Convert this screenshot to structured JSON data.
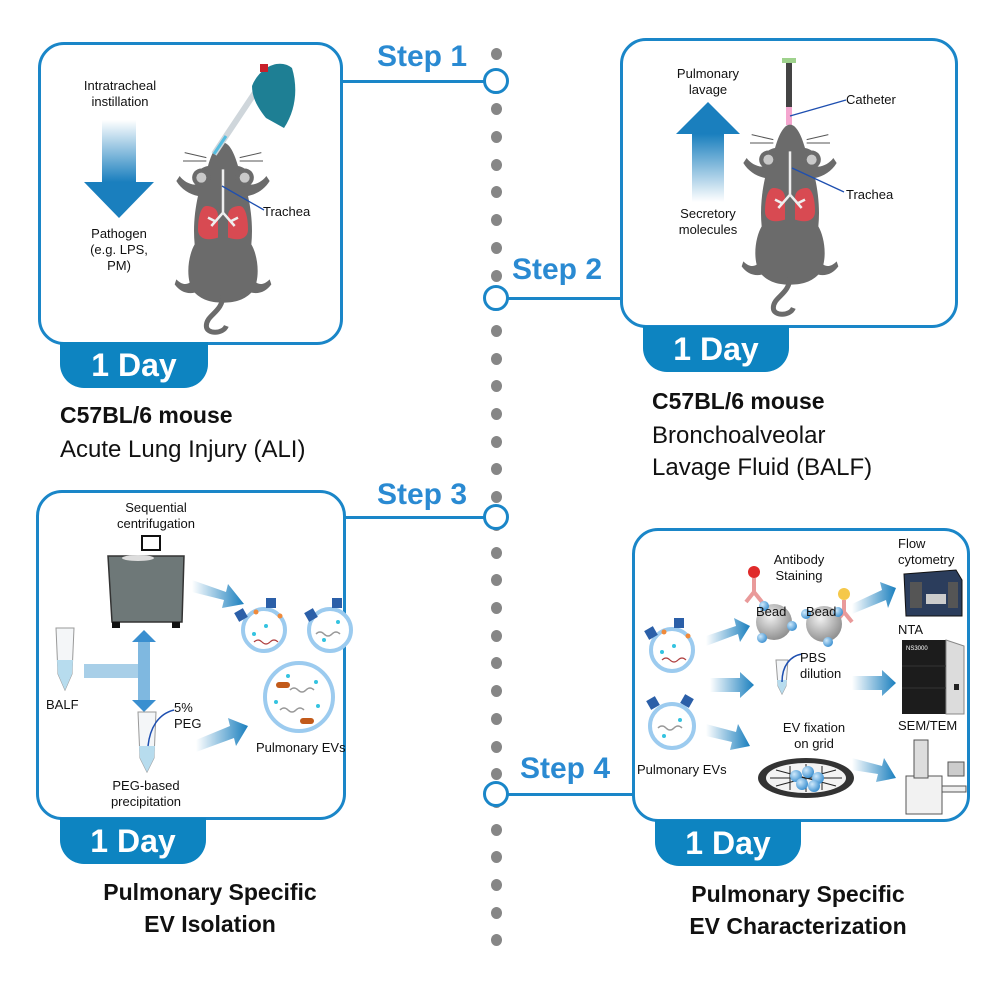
{
  "colors": {
    "accent": "#1a86c8",
    "day_badge": "#0d84c1",
    "step_text": "#2a8ad2",
    "timeline_dot": "#868686",
    "mouse": "#6b6b6b",
    "lung": "#d84a52"
  },
  "steps": [
    {
      "label": "Step 1",
      "duration": "1 Day",
      "caption_bold": "C57BL/6 mouse",
      "caption_lines": [
        "Acute Lung Injury (ALI)"
      ],
      "labels": {
        "top": [
          "Intratracheal",
          "instillation"
        ],
        "bottom": [
          "Pathogen",
          "(e.g. LPS,",
          "PM)"
        ],
        "trachea": "Trachea"
      }
    },
    {
      "label": "Step 2",
      "duration": "1 Day",
      "caption_bold": "C57BL/6 mouse",
      "caption_lines": [
        "Bronchoalveolar",
        "Lavage Fluid (BALF)"
      ],
      "labels": {
        "top": [
          "Pulmonary",
          "lavage"
        ],
        "bottom": [
          "Secretory",
          "molecules"
        ],
        "catheter": "Catheter",
        "trachea": "Trachea"
      }
    },
    {
      "label": "Step 3",
      "duration": "1 Day",
      "caption_lines": [
        "Pulmonary Specific",
        "EV Isolation"
      ],
      "labels": {
        "centrifuge": [
          "Sequential",
          "centrifugation"
        ],
        "balf": "BALF",
        "peg": [
          "5%",
          "PEG"
        ],
        "peg_method": [
          "PEG-based",
          "precipitation"
        ],
        "evs": "Pulmonary EVs"
      }
    },
    {
      "label": "Step 4",
      "duration": "1 Day",
      "caption_lines": [
        "Pulmonary Specific",
        "EV Characterization"
      ],
      "labels": {
        "antibody": [
          "Antibody",
          "Staining"
        ],
        "bead": "Bead",
        "pbs": [
          "PBS",
          "dilution"
        ],
        "fixation": [
          "EV fixation",
          "on grid"
        ],
        "evs": "Pulmonary EVs",
        "flow": [
          "Flow",
          "cytometry"
        ],
        "nta": "NTA",
        "nta_model": "NS3000",
        "sem": "SEM/TEM"
      }
    }
  ]
}
